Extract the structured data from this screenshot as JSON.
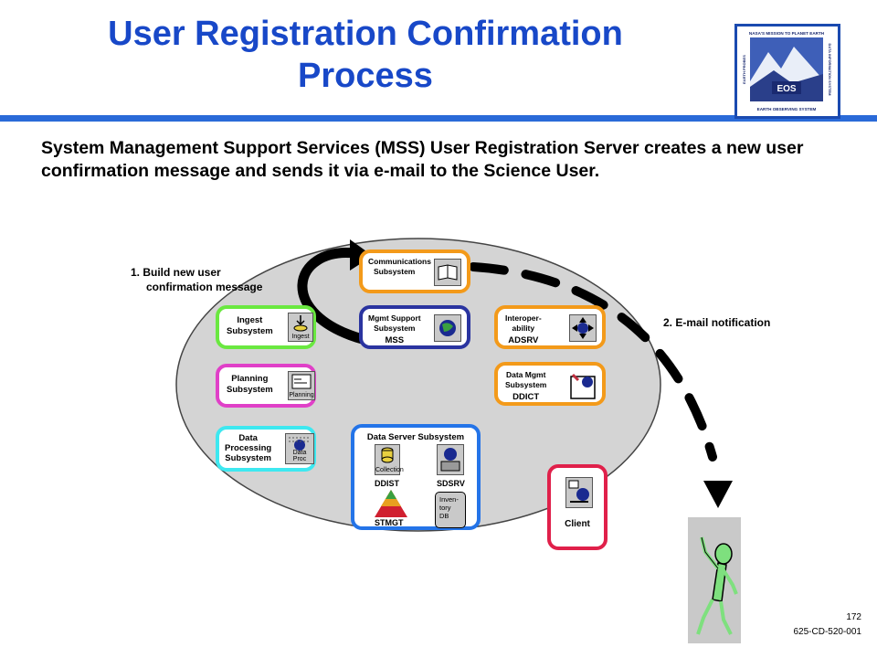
{
  "title_line1": "User Registration Confirmation",
  "title_line2": "Process",
  "description": "System Management Support Services (MSS) User Registration Server creates a new user confirmation message and sends it via e-mail to the Science User.",
  "logo": {
    "top": "NASA'S MISSION TO PLANET EARTH",
    "name": "EOS",
    "bottom": "EARTH OBSERVING SYSTEM",
    "left_side": "EARTH PROBES",
    "right_side": "DATA INFORMATION SYSTEM"
  },
  "step1_line1": "1. Build new user",
  "step1_line2": "confirmation message",
  "step2": "2. E-mail notification",
  "subsystems": {
    "communications": {
      "line1": "Communications",
      "line2": "Subsystem"
    },
    "mgmt": {
      "line1": "Mgmt Support",
      "line2": "Subsystem",
      "line3": "MSS"
    },
    "interop": {
      "line1": "Interoper-",
      "line2": "ability",
      "line3": "ADSRV"
    },
    "datamgmt": {
      "line1": "Data Mgmt",
      "line2": "Subsystem",
      "line3": "DDICT"
    },
    "ingest": {
      "line1": "Ingest",
      "line2": "Subsystem",
      "icon_label": "Ingest"
    },
    "planning": {
      "line1": "Planning",
      "line2": "Subsystem",
      "icon_label": "Planning"
    },
    "dataproc": {
      "line1": "Data",
      "line2": "Processing",
      "line3": "Subsystem",
      "icon_label": "Data Proc"
    },
    "dataserver": {
      "title": "Data Server Subsystem",
      "collection_label": "Collection",
      "ddist": "DDIST",
      "stmgt": "STMGT",
      "sdsrv": "SDSRV",
      "inventory_line1": "Inven-",
      "inventory_line2": "tory",
      "inventory_line3": "DB"
    },
    "client": {
      "label": "Client"
    }
  },
  "footer_page": "172",
  "footer_doc": "625-CD-520-001",
  "colors": {
    "title": "#1848c8",
    "orange": "#f39a1a",
    "navy": "#2a34a0",
    "green": "#6ae840",
    "magenta": "#e040c8",
    "cyan": "#3ee8f0",
    "blue": "#2474e8",
    "red": "#e0204a",
    "ellipse": "#d4d4d4"
  }
}
